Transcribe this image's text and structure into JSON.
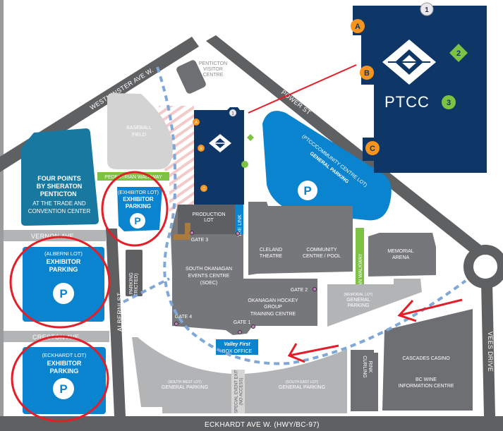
{
  "streets": {
    "westminster": "WESTMINSTER AVE W.",
    "power": "POWER ST",
    "vernon": "VERNON AVE",
    "creston": "CRESTON AVE",
    "alberni": "ALBERNI ST",
    "vees": "VEES DRIVE",
    "eckhardt": "ECKHARDT AVE W.  (HWY/BC-97)"
  },
  "places": {
    "visitor_centre": [
      "PENTICTON",
      "VISITOR",
      "CENTRE"
    ],
    "baseball": [
      "BASEBALL",
      "FIELD"
    ],
    "four_points": [
      "FOUR POINTS",
      "BY SHERATON",
      "PENTICTON",
      "AT THE TRADE AND",
      "CONVENTION CENTER"
    ],
    "ped_walkway": "PEDESTRIAN WALKWAY",
    "exhibitor_lot": [
      "(EXHIBITOR LOT)",
      "EXHIBITOR",
      "PARKING"
    ],
    "alberni_lot": [
      "(ALBERNI LOT)",
      "EXHIBITOR",
      "PARKING"
    ],
    "eckhardt_lot": [
      "(ECKHARDT LOT)",
      "EXHIBITOR",
      "PARKING"
    ],
    "vees_parking": [
      "VEES PARKING",
      "(RESTRICTED)"
    ],
    "community_lot": [
      "(PTCC/COMMUNITY CENTRE LOT)",
      "GENERAL PARKING"
    ],
    "production_lot": [
      "PRODUCTION",
      "LOT"
    ],
    "the_link": "THE LINK",
    "soec": [
      "SOUTH OKANAGAN",
      "EVENTS CENTRE",
      "(SOEC)"
    ],
    "hockey": [
      "OKANAGAN HOCKEY",
      "GROUP",
      "TRAINING CENTRE"
    ],
    "cleland": [
      "CLELAND",
      "THEATRE"
    ],
    "community_centre": [
      "COMMUNITY",
      "CENTRE / POOL"
    ],
    "memorial_arena": [
      "MEMORIAL",
      "ARENA"
    ],
    "memorial_lot": [
      "(MEMORIAL LOT)",
      "GENERAL",
      "PARKING"
    ],
    "box_office": [
      "Valley First",
      "BOX OFFICE"
    ],
    "sw_lot": [
      "(SOUTH WEST LOT)",
      "GENERAL PARKING"
    ],
    "se_lot": [
      "(SOUTH EAST LOT)",
      "GENERAL PARKING"
    ],
    "special_exit": [
      "SPECIAL EVENT EXIT",
      "(NO ACCESS)"
    ],
    "curling": [
      "CURLING",
      "RINK"
    ],
    "casino": "CASCADES CASINO",
    "bc_wine": [
      "BC WINE",
      "INFORMATION CENTRE"
    ],
    "ptcc": "PTCC",
    "parking_symbol": "P"
  },
  "gates": {
    "g1": "GATE 1",
    "g2": "GATE 2",
    "g3": "GATE 3",
    "g4": "GATE 4"
  },
  "markers": {
    "a": "A",
    "b": "B",
    "c": "C",
    "one": "1",
    "two": "2",
    "three": "3"
  },
  "colors": {
    "navy": "#0e3768",
    "blue": "#0a84cf",
    "teal": "#1878a0",
    "green": "#7dc242",
    "orange": "#f7941d",
    "red": "#e41d27",
    "path": "#7fa8d8"
  }
}
